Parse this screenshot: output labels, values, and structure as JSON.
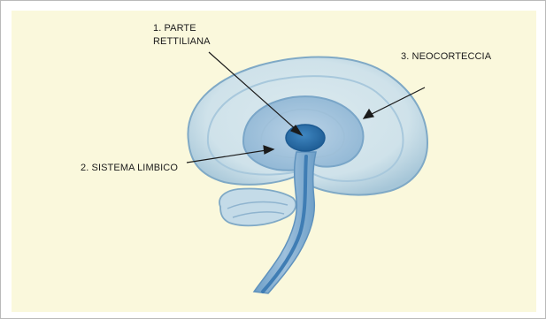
{
  "diagram": {
    "labels": [
      {
        "line1": "1. PARTE",
        "line2": "RETTILIANA"
      },
      {
        "text": "2. SISTEMA LIMBICO"
      },
      {
        "text": "3. NEOCORTECCIA"
      }
    ]
  },
  "colors": {
    "background": "#faf8dc",
    "neocortex": "#c7dde6",
    "limbic": "#a9c7de",
    "reptilian": "#2a6ea8",
    "outline": "#6a9bc0"
  }
}
